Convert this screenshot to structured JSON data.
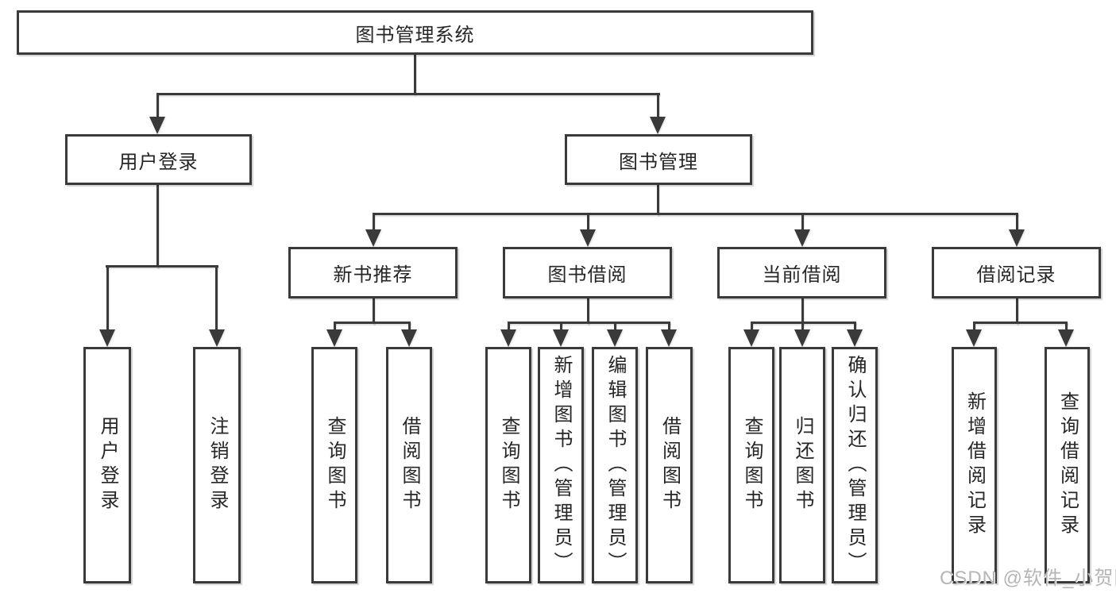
{
  "diagram_title": "图书管理系统",
  "watermark": "CSDN @软件_小贺同学",
  "colors": {
    "line": "#3a3a3a",
    "text": "#262626",
    "box_fill": "#ffffff",
    "watermark": "#b5b5b5",
    "background": "#ffffff"
  },
  "tree": {
    "root": {
      "label": "图书管理系统",
      "children": [
        {
          "label": "用户登录",
          "children": [
            {
              "label": "用户登录"
            },
            {
              "label": "注销登录"
            }
          ]
        },
        {
          "label": "图书管理",
          "children": [
            {
              "label": "新书推荐",
              "children": [
                {
                  "label": "查询图书"
                },
                {
                  "label": "借阅图书"
                }
              ]
            },
            {
              "label": "图书借阅",
              "children": [
                {
                  "label": "查询图书"
                },
                {
                  "label": "新增图书（管理员）"
                },
                {
                  "label": "编辑图书（管理员）"
                },
                {
                  "label": "借阅图书"
                }
              ]
            },
            {
              "label": "当前借阅",
              "children": [
                {
                  "label": "查询图书"
                },
                {
                  "label": "归还图书"
                },
                {
                  "label": "确认归还（管理员）"
                }
              ]
            },
            {
              "label": "借阅记录",
              "children": [
                {
                  "label": "新增借阅记录"
                },
                {
                  "label": "查询借阅记录"
                }
              ]
            }
          ]
        }
      ]
    }
  }
}
